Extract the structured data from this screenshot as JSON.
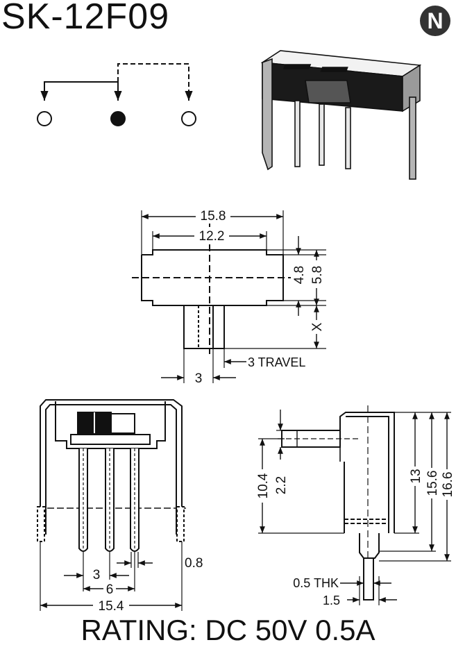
{
  "title": "SK-12F09",
  "logo_letter": "N",
  "top_view": {
    "overall_width": "15.8",
    "inner_width": "12.2",
    "body_height": "4.8",
    "total_height": "5.8",
    "actuator_extension": "X",
    "actuator_width": "3",
    "travel_label": "3 TRAVEL"
  },
  "front_view": {
    "pin_pitch": "3",
    "outer_pin_span": "6",
    "overall_width": "15.4",
    "pin_width": "0.8"
  },
  "side_view": {
    "dim_10_4": "10.4",
    "dim_2_2": "2.2",
    "dim_13": "13",
    "dim_15_6": "15.6",
    "dim_16_6": "16.6",
    "thickness_label": "0.5 THK",
    "dim_1_5": "1.5"
  },
  "rating": "RATING: DC 50V 0.5A"
}
